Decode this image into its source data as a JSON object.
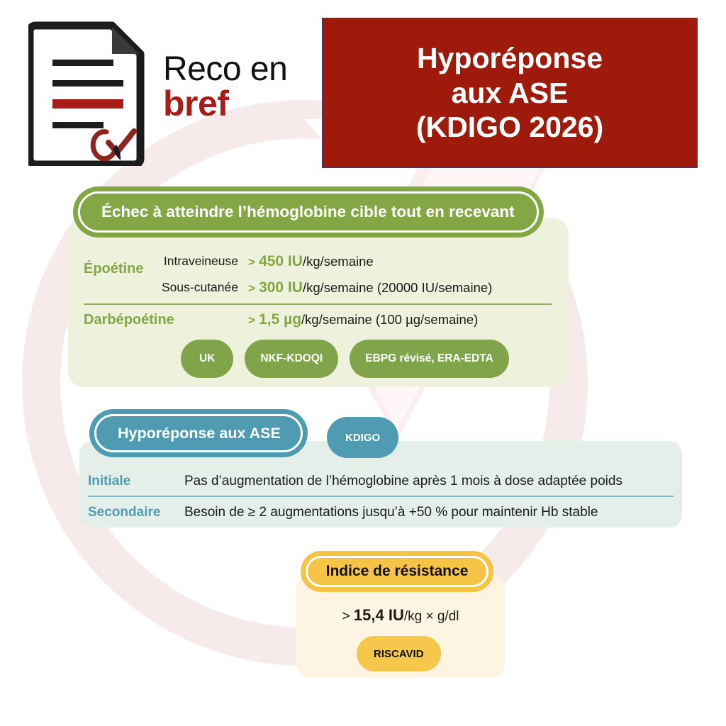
{
  "logo": {
    "line1": "Reco en",
    "line2": "bref",
    "icon": "document-check-icon"
  },
  "title": {
    "line1": "Hyporéponse",
    "line2": "aux ASE",
    "line3": "(KDIGO 2026)",
    "background_color": "#9e1b0c"
  },
  "green_section": {
    "header": "Échec à atteindre l’hémoglobine cible tout en recevant",
    "accent_color": "#84a746",
    "panel_color": "#eef1dc",
    "drugs": [
      {
        "name": "Époétine",
        "rows": [
          {
            "route": "Intraveineuse",
            "gt": ">",
            "amount": "450 IU",
            "rest": "/kg/semaine"
          },
          {
            "route": "Sous-cutanée",
            "gt": ">",
            "amount": "300 IU",
            "rest": "/kg/semaine (20000 IU/semaine)"
          }
        ]
      },
      {
        "name": "Darbépoétine",
        "rows": [
          {
            "route": "",
            "gt": ">",
            "amount": "1,5 µg",
            "rest": "/kg/semaine (100 µg/semaine)"
          }
        ]
      }
    ],
    "sources": [
      "UK",
      "NKF-KDOQI",
      "EBPG révisé, ERA-EDTA"
    ]
  },
  "teal_section": {
    "header": "Hyporéponse aux ASE",
    "source": "KDIGO",
    "accent_color": "#4f9cb2",
    "panel_color": "#e4efe9",
    "rows": [
      {
        "label": "Initiale",
        "text": "Pas d’augmentation de l’hémoglobine après 1 mois à dose adaptée poids"
      },
      {
        "label": "Secondaire",
        "text": "Besoin de ≥ 2 augmentations jusqu’à +50 % pour maintenir Hb stable"
      }
    ]
  },
  "yellow_section": {
    "header": "Indice de résistance",
    "accent_color": "#f5c446",
    "panel_color": "#fdf5e1",
    "value_gt": ">",
    "value_amount": "15,4 IU",
    "value_rest": "/kg × g/dl",
    "source": "RISCAVID"
  }
}
